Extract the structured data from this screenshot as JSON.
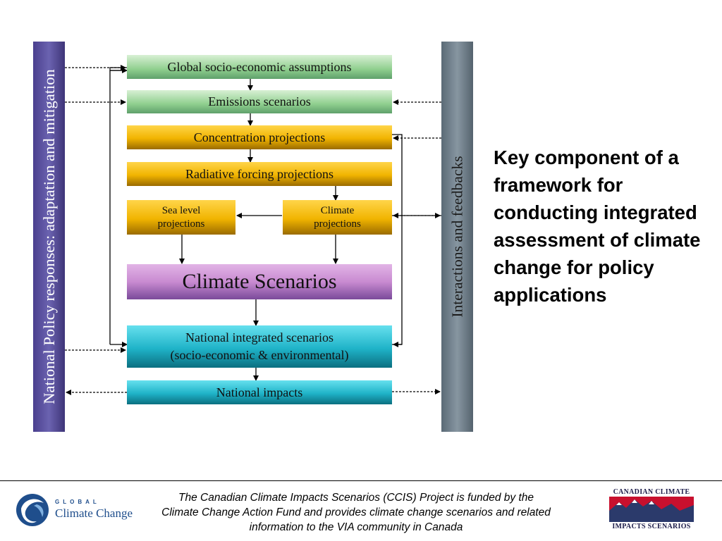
{
  "diagram": {
    "left_bar_label": "National Policy responses: adaptation and mitigation",
    "right_bar_label": "Interactions and feedbacks",
    "boxes": {
      "global": "Global socio-economic assumptions",
      "emissions": "Emissions scenarios",
      "concentration": "Concentration projections",
      "radiative": "Radiative forcing projections",
      "sea_level_1": "Sea level",
      "sea_level_2": "projections",
      "climate_proj_1": "Climate",
      "climate_proj_2": "projections",
      "climate_scenarios": "Climate Scenarios",
      "national_integrated_1": "National integrated scenarios",
      "national_integrated_2": "(socio-economic & environmental)",
      "national_impacts": "National impacts"
    }
  },
  "side_note": "Key component of a framework for conducting integrated assessment of climate change for policy applications",
  "footer": {
    "text_line1": "The Canadian Climate Impacts Scenarios (CCIS) Project is funded by the",
    "text_line2": "Climate Change Action Fund and provides climate change scenarios and related",
    "text_line3": "information to the VIA community in Canada",
    "logo_left_top": "GLOBAL",
    "logo_left_bottom": "Climate Change",
    "logo_right_top": "CANADIAN CLIMATE",
    "logo_right_bottom": "IMPACTS SCENARIOS"
  }
}
